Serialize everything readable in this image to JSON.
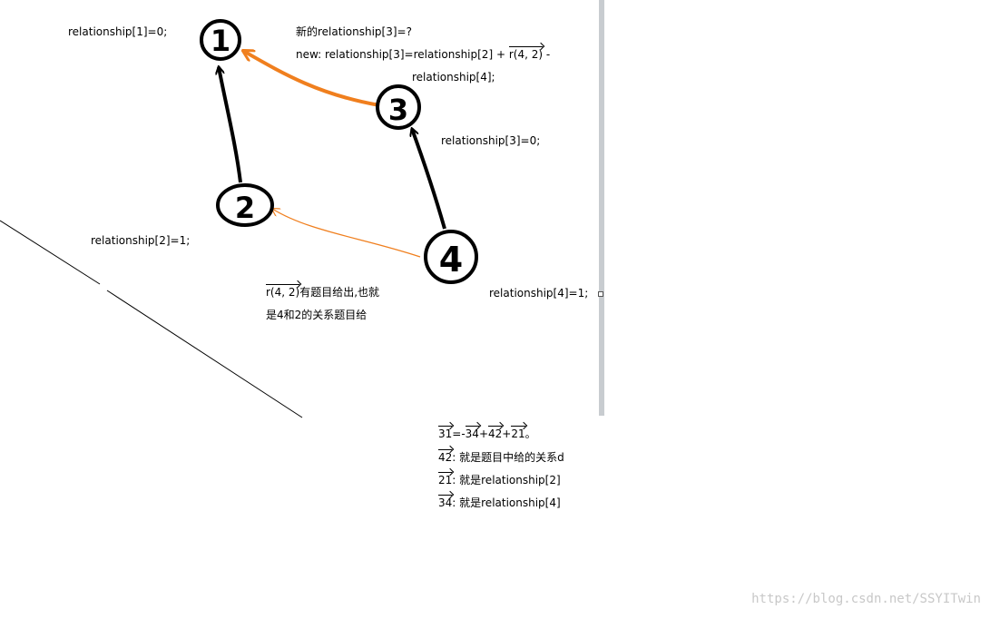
{
  "nodes": [
    {
      "id": "1",
      "label": "1"
    },
    {
      "id": "2",
      "label": "2"
    },
    {
      "id": "3",
      "label": "3"
    },
    {
      "id": "4",
      "label": "4"
    }
  ],
  "edges": [
    {
      "from": "2",
      "to": "1",
      "color": "#000000"
    },
    {
      "from": "4",
      "to": "3",
      "color": "#000000"
    },
    {
      "from": "3",
      "to": "1",
      "color": "#f07f1e"
    },
    {
      "from": "4",
      "to": "2",
      "color": "#f07f1e"
    }
  ],
  "colors": {
    "accent": "#f07f1e",
    "scrollbar": "#c8ccd0",
    "watermark": "#c8c8c8"
  },
  "labels": {
    "rel1": "relationship[1]=0;",
    "rel2": "relationship[2]=1;",
    "rel3": "relationship[3]=0;",
    "rel4": "relationship[4]=1;",
    "new_title": "新的relationship[3]=?",
    "new_line1": "new: relationship[3]=relationship[2] +",
    "new_vec": "r(4, 2)",
    "new_tail": "-",
    "new_line2": "relationship[4];",
    "r42_vec": "r(4, 2)",
    "r42_text": "有题目给出,也就",
    "r42_line2": "是4和2的关系题目给"
  },
  "equation": {
    "v31": "31",
    "eq": "=-",
    "v34": "34",
    "p1": "+",
    "v42": "42",
    "p2": "+",
    "v21": "21",
    "end": "。"
  },
  "notes": [
    {
      "vec": "42",
      "text": ": 就是题目中给的关系d"
    },
    {
      "vec": "21",
      "text": ": 就是relationship[2]"
    },
    {
      "vec": "34",
      "text": ": 就是relationship[4]"
    }
  ],
  "watermark": "https://blog.csdn.net/SSYITwin"
}
